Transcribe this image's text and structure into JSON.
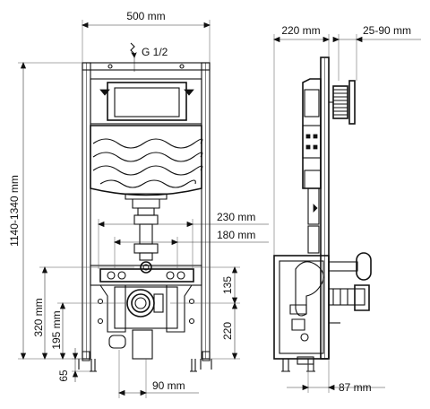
{
  "front_view": {
    "dim_width": "500 mm",
    "dim_height": "1140-1340 mm",
    "dim_230": "230 mm",
    "dim_180": "180 mm",
    "dim_135": "135",
    "dim_220": "220",
    "dim_320": "320 mm",
    "dim_195": "195 mm",
    "dim_65": "65",
    "dim_90": "90 mm",
    "water_inlet": "G 1/2"
  },
  "side_view": {
    "dim_depth": "220 mm",
    "dim_adjust": "25-90 mm",
    "dim_87": "87 mm"
  },
  "icons": [
    "water-drop-icon"
  ]
}
